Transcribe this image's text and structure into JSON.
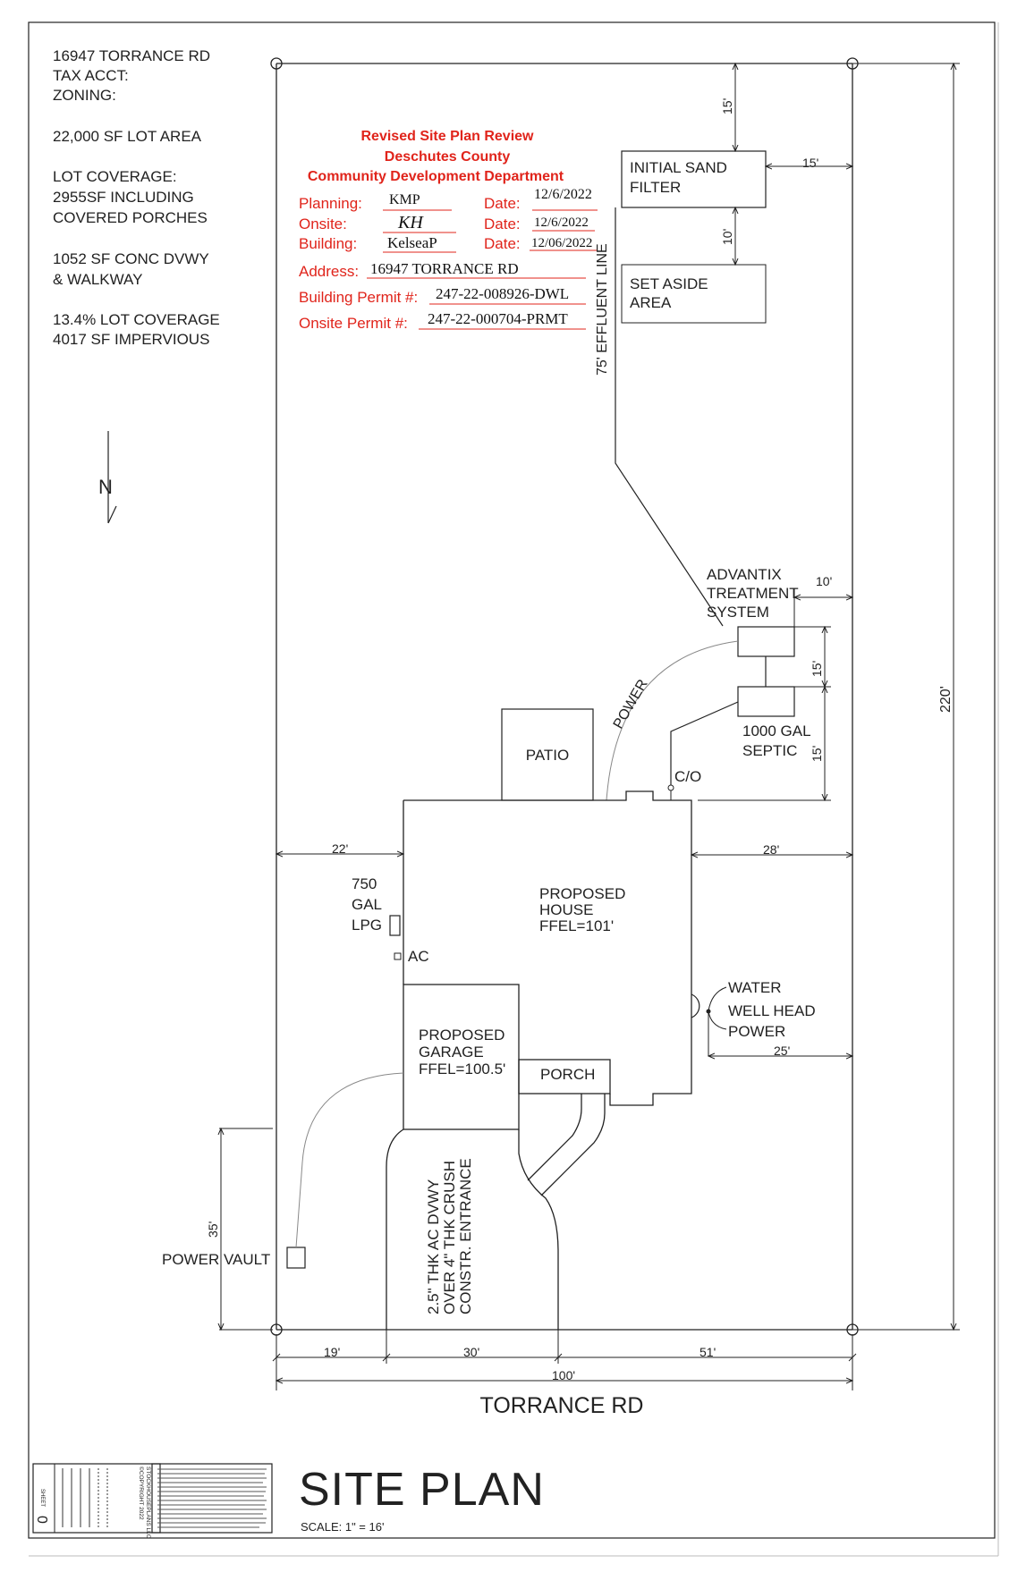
{
  "notes": {
    "address": "16947 TORRANCE RD",
    "tax_acct": "TAX ACCT:",
    "zoning": "ZONING:",
    "lot_area": "22,000 SF LOT AREA",
    "lot_coverage_title": "LOT COVERAGE:",
    "lot_coverage_line2": "2955SF INCLUDING",
    "lot_coverage_line3": "COVERED PORCHES",
    "dvwy_line1": "1052 SF CONC DVWY",
    "dvwy_line2": "& WALKWAY",
    "coverage_pct": "13.4% LOT COVERAGE",
    "impervious": "4017 SF IMPERVIOUS"
  },
  "north_arrow": {
    "label": "N"
  },
  "review_stamp": {
    "title1": "Revised Site Plan Review",
    "title2": "Deschutes County",
    "title3": "Community Development Department",
    "planning_label": "Planning:",
    "planning_value": "KMP",
    "onsite_label": "Onsite:",
    "onsite_value": "KH",
    "building_label": "Building:",
    "building_value": "KelseaP",
    "date_label": "Date:",
    "planning_date": "12/6/2022",
    "onsite_date": "12/6/2022",
    "building_date": "12/06/2022",
    "address_label": "Address:",
    "address_value": "16947 TORRANCE RD",
    "building_permit_label": "Building Permit #:",
    "building_permit_value": "247-22-008926-DWL",
    "onsite_permit_label": "Onsite Permit #:",
    "onsite_permit_value": "247-22-000704-PRMT"
  },
  "plan": {
    "sand_filter_1": "INITIAL SAND",
    "sand_filter_2": "FILTER",
    "set_aside_1": "SET ASIDE",
    "set_aside_2": "AREA",
    "effluent_line": "75' EFFLUENT LINE",
    "advantix_1": "ADVANTIX",
    "advantix_2": "TREATMENT",
    "advantix_3": "SYSTEM",
    "septic_1": "1000 GAL",
    "septic_2": "SEPTIC",
    "power_arc": "POWER",
    "cleanout": "C/O",
    "patio": "PATIO",
    "house_1": "PROPOSED",
    "house_2": "HOUSE",
    "house_3": "FFEL=101'",
    "lpg_1": "750",
    "lpg_2": "GAL",
    "lpg_3": "LPG",
    "ac": "AC",
    "garage_1": "PROPOSED",
    "garage_2": "GARAGE",
    "garage_3": "FFEL=100.5'",
    "porch": "PORCH",
    "well_1": "WATER",
    "well_2": "WELL HEAD",
    "well_3": "POWER",
    "power_vault": "POWER VAULT",
    "dvwy_1": "2.5\" THK AC DVWY",
    "dvwy_2": "OVER 4\" THK CRUSH",
    "dvwy_3": "CONSTR. ENTRANCE",
    "road": "TORRANCE RD"
  },
  "dimensions": {
    "d15_top": "15'",
    "d15_right": "15'",
    "d10_filter": "10'",
    "d10_tank": "10'",
    "d15_tanks": "15'",
    "d15_septic": "15'",
    "d220": "220'",
    "d22": "22'",
    "d28": "28'",
    "d25": "25'",
    "d35": "35'",
    "d19": "19'",
    "d30": "30'",
    "d51": "51'",
    "d100": "100'"
  },
  "title_block": {
    "title": "SITE PLAN",
    "scale": "SCALE: 1\" = 16'",
    "sheet_label": "SHEET",
    "sheet_number": "0",
    "copyright_1": "©COPYRIGHT 2022",
    "copyright_2": "STOCKHOUSEPLANS LLC"
  }
}
